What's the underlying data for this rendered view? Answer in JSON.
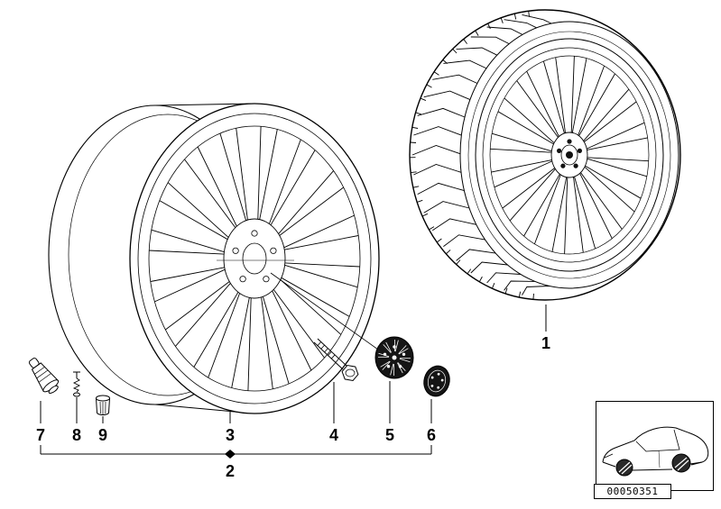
{
  "diagram": {
    "description": "exploded parts diagram: radial-spoke alloy wheel, tyre, bolt, hub cap, emblem, valve parts",
    "callouts": [
      "1",
      "2",
      "3",
      "4",
      "5",
      "6",
      "7",
      "8",
      "9"
    ],
    "part_number": "00050351"
  },
  "colors": {
    "line": "#000000",
    "background": "#ffffff",
    "dark_part_fill": "#151515"
  }
}
